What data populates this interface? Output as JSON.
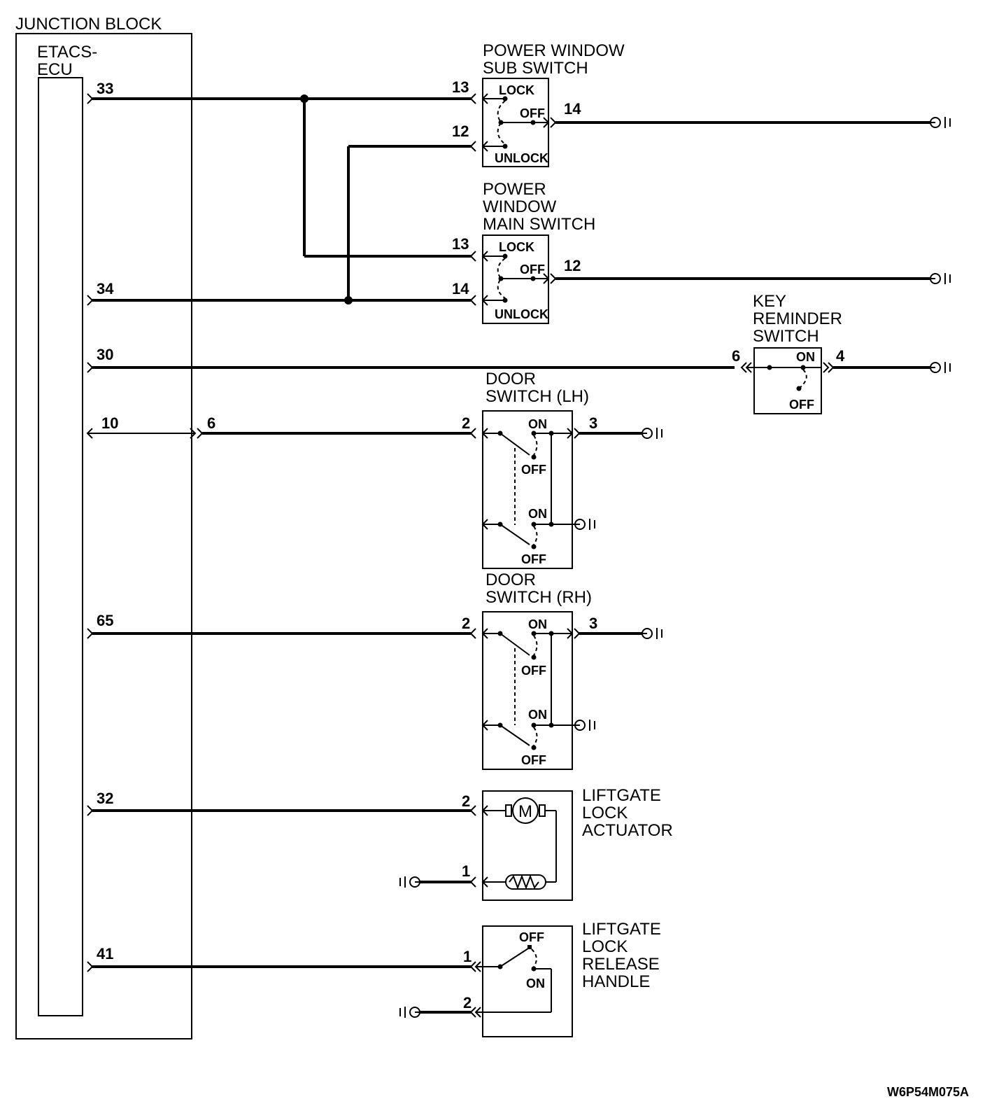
{
  "junction_block": {
    "title": "JUNCTION BLOCK",
    "ecu_line1": "ETACS-",
    "ecu_line2": "ECU"
  },
  "ecu_pins": {
    "p33": "33",
    "p34": "34",
    "p30": "30",
    "p10": "10",
    "p6": "6",
    "p65": "65",
    "p32": "32",
    "p41": "41"
  },
  "pw_sub_switch": {
    "title1": "POWER WINDOW",
    "title2": "SUB SWITCH",
    "pin13": "13",
    "pin12": "12",
    "pin14": "14",
    "lock": "LOCK",
    "off": "OFF",
    "unlock": "UNLOCK"
  },
  "pw_main_switch": {
    "title1": "POWER",
    "title2": "WINDOW",
    "title3": "MAIN SWITCH",
    "pin13": "13",
    "pin14": "14",
    "pin12": "12",
    "lock": "LOCK",
    "off": "OFF",
    "unlock": "UNLOCK"
  },
  "key_reminder": {
    "title1": "KEY",
    "title2": "REMINDER",
    "title3": "SWITCH",
    "pin6": "6",
    "pin4": "4",
    "on": "ON",
    "off": "OFF"
  },
  "door_lh": {
    "title1": "DOOR",
    "title2": "SWITCH (LH)",
    "pin2": "2",
    "pin3": "3",
    "on": "ON",
    "off": "OFF"
  },
  "door_rh": {
    "title1": "DOOR",
    "title2": "SWITCH (RH)",
    "pin2": "2",
    "pin3": "3",
    "on": "ON",
    "off": "OFF"
  },
  "liftgate_actuator": {
    "title1": "LIFTGATE",
    "title2": "LOCK",
    "title3": "ACTUATOR",
    "pin2": "2",
    "pin1": "1",
    "motor": "M"
  },
  "liftgate_handle": {
    "title1": "LIFTGATE",
    "title2": "LOCK",
    "title3": "RELEASE",
    "title4": "HANDLE",
    "pin1": "1",
    "pin2": "2",
    "off": "OFF",
    "on": "ON"
  },
  "figure_code": "W6P54M075A"
}
